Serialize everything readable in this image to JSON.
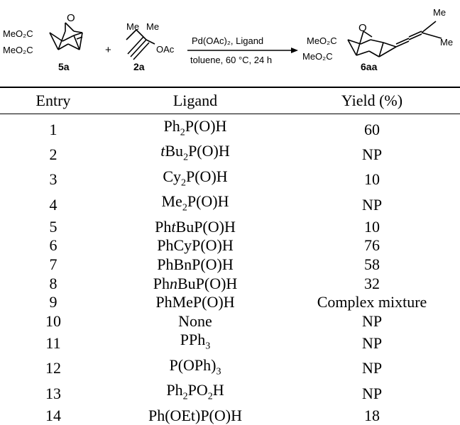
{
  "chart_data": {
    "type": "table",
    "scheme": {
      "reactant1_label": "5a",
      "reactant1_groups": [
        "MeO₂C",
        "MeO₂C"
      ],
      "plus": "+",
      "reactant2_label": "2a",
      "reactant2_groups": [
        "Me",
        "Me",
        "OAc"
      ],
      "conditions_top": "Pd(OAc)₂, Ligand",
      "conditions_bottom": "toluene, 60 °C, 24 h",
      "product_label": "6aa",
      "product_groups": [
        "MeO₂C",
        "MeO₂C",
        "Me",
        "Me"
      ]
    },
    "columns": [
      "Entry",
      "Ligand",
      "Yield (%)"
    ],
    "rows": [
      {
        "entry": "1",
        "ligand": "Ph2P(O)H",
        "yield": "60"
      },
      {
        "entry": "2",
        "ligand": "tBu2P(O)H",
        "yield": "NP"
      },
      {
        "entry": "3",
        "ligand": "Cy2P(O)H",
        "yield": "10"
      },
      {
        "entry": "4",
        "ligand": "Me2P(O)H",
        "yield": "NP"
      },
      {
        "entry": "5",
        "ligand": "PhtBuP(O)H",
        "yield": "10"
      },
      {
        "entry": "6",
        "ligand": "PhCyP(O)H",
        "yield": "76"
      },
      {
        "entry": "7",
        "ligand": "PhBnP(O)H",
        "yield": "58"
      },
      {
        "entry": "8",
        "ligand": "PhnBuP(O)H",
        "yield": "32"
      },
      {
        "entry": "9",
        "ligand": "PhMeP(O)H",
        "yield": "Complex mixture"
      },
      {
        "entry": "10",
        "ligand": "None",
        "yield": "NP"
      },
      {
        "entry": "11",
        "ligand": "PPh3",
        "yield": "NP"
      },
      {
        "entry": "12",
        "ligand": "P(OPh)3",
        "yield": "NP"
      },
      {
        "entry": "13",
        "ligand": "Ph2PO2H",
        "yield": "NP"
      },
      {
        "entry": "14",
        "ligand": "Ph(OEt)P(O)H",
        "yield": "18"
      }
    ]
  }
}
